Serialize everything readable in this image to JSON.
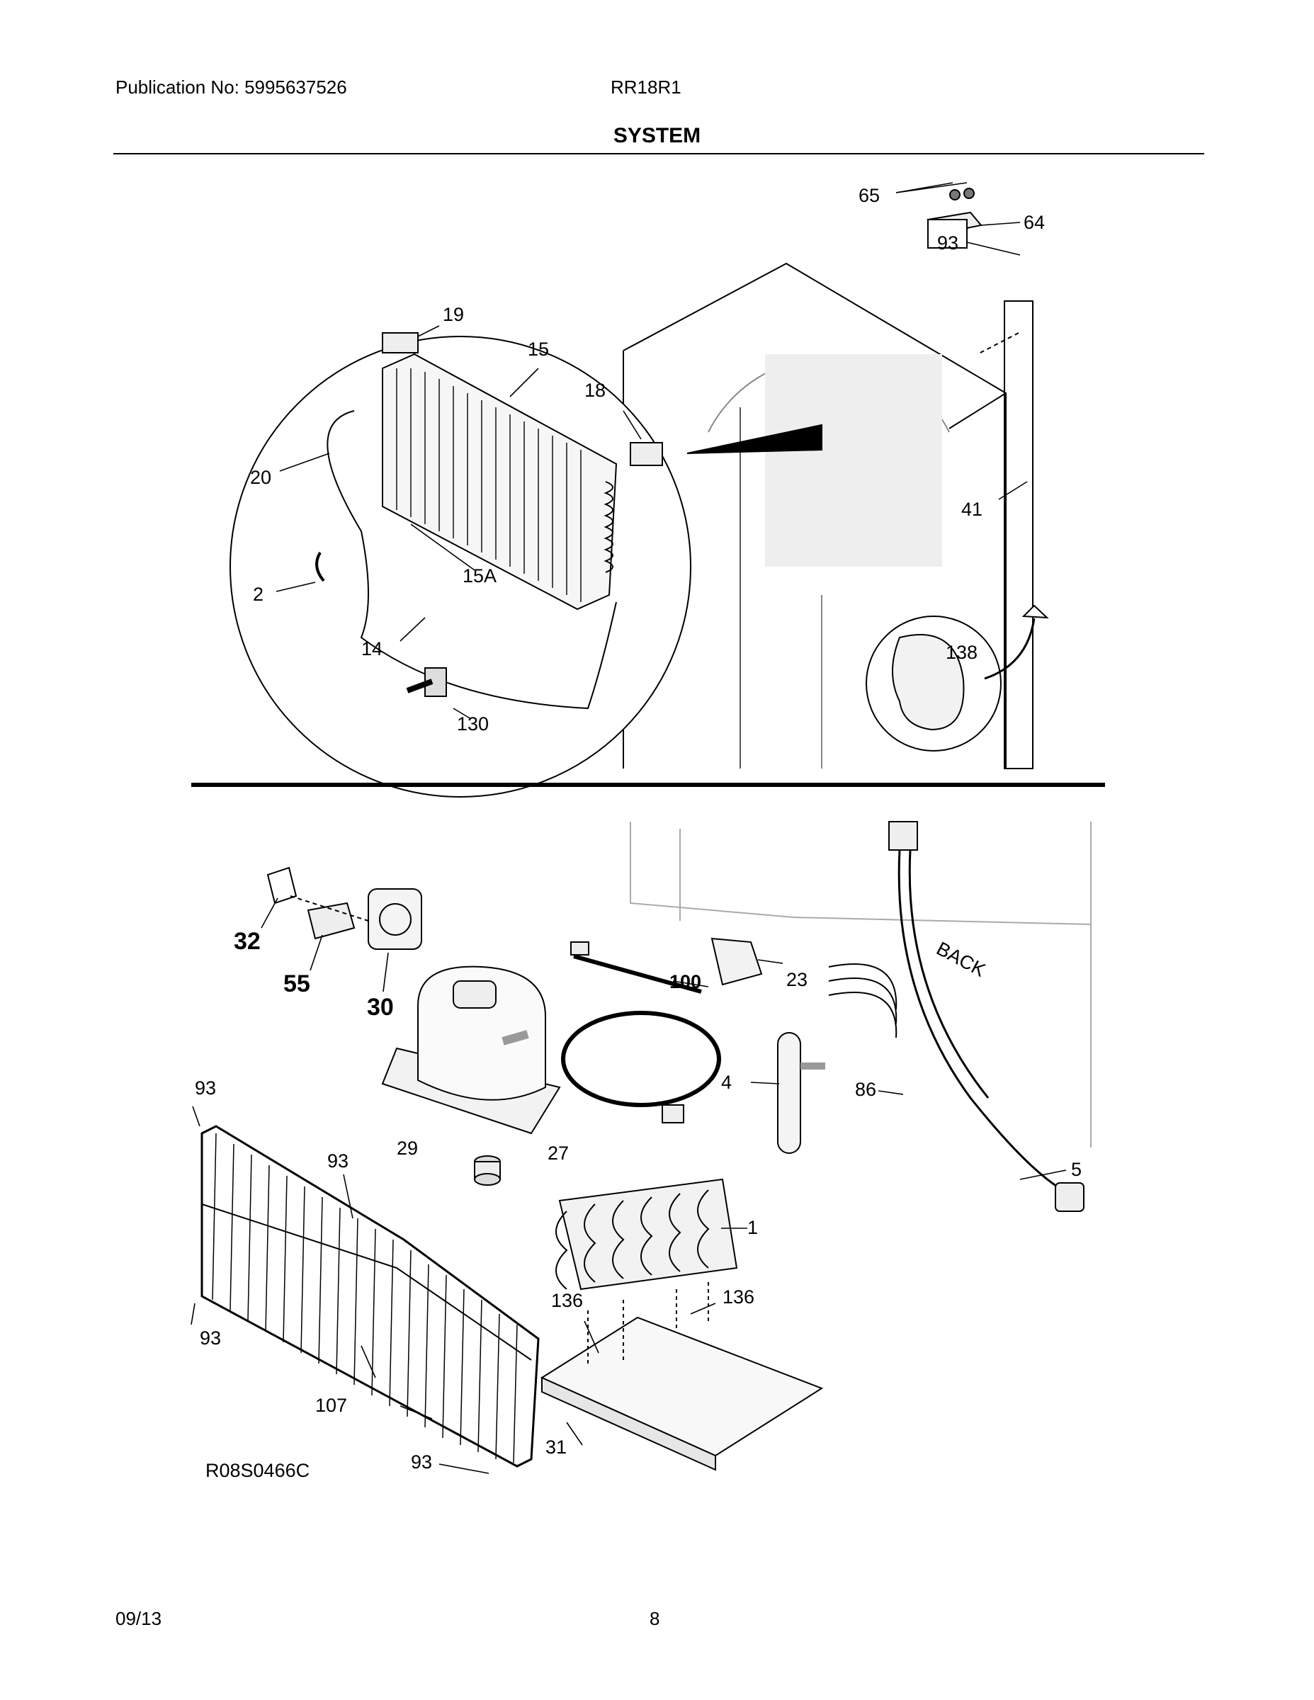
{
  "header": {
    "publication": "Publication No: 5995637526",
    "model": "RR18R1",
    "section_title": "SYSTEM"
  },
  "callouts": {
    "c65": "65",
    "c64": "64",
    "c93a": "93",
    "c19": "19",
    "c15": "15",
    "c18": "18",
    "c20": "20",
    "c15a": "15A",
    "c2": "2",
    "c14": "14",
    "c130": "130",
    "c41": "41",
    "c138": "138",
    "c32": "32",
    "c55": "55",
    "c30": "30",
    "c100": "100",
    "c23": "23",
    "c93b": "93",
    "c29": "29",
    "c27": "27",
    "c4": "4",
    "c86": "86",
    "c5": "5",
    "c93c": "93",
    "c1": "1",
    "c136a": "136",
    "c136b": "136",
    "c93d": "93",
    "c107": "107",
    "c31": "31",
    "c93e": "93"
  },
  "back_label": "BACK",
  "diagram_code": "R08S0466C",
  "footer": {
    "date": "09/13",
    "page": "8"
  }
}
